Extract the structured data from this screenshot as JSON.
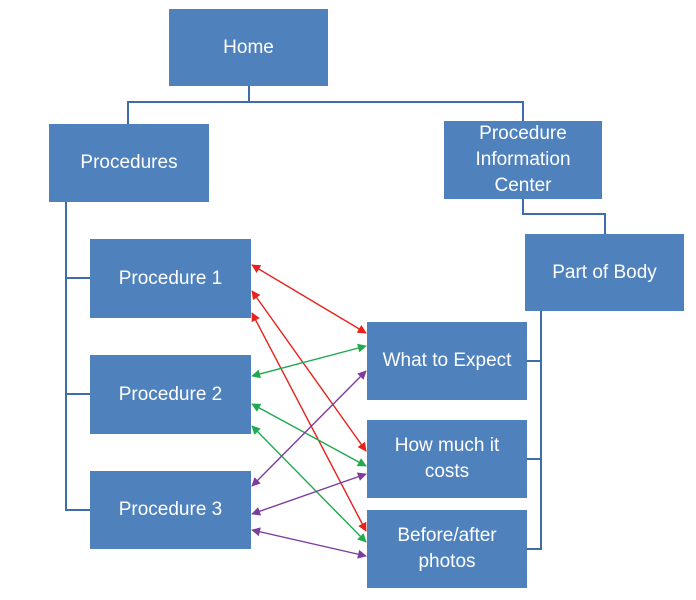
{
  "colors": {
    "box_fill": "#4f81bd",
    "box_text": "#ffffff",
    "tree_line": "#3e6ea8",
    "red": "#e8211b",
    "green": "#1faa4e",
    "purple": "#7d3c9e"
  },
  "nodes": {
    "home": "Home",
    "procedures": "Procedures",
    "procedure_information_center": "Procedure\nInformation\nCenter",
    "part_of_body": "Part of Body",
    "procedure_1": "Procedure 1",
    "procedure_2": "Procedure 2",
    "procedure_3": "Procedure 3",
    "what_to_expect": "What to Expect",
    "how_much_it_costs": "How much it\ncosts",
    "before_after_photos": "Before/after\nphotos"
  },
  "tree_edges": [
    {
      "from": "Home",
      "to": "Procedures"
    },
    {
      "from": "Home",
      "to": "Procedure Information Center"
    },
    {
      "from": "Procedures",
      "to": "Procedure 1"
    },
    {
      "from": "Procedures",
      "to": "Procedure 2"
    },
    {
      "from": "Procedures",
      "to": "Procedure 3"
    },
    {
      "from": "Procedure Information Center",
      "to": "Part of Body"
    },
    {
      "from": "Part of Body",
      "to": "What to Expect"
    },
    {
      "from": "Part of Body",
      "to": "How much it costs"
    },
    {
      "from": "Part of Body",
      "to": "Before/after photos"
    }
  ],
  "cross_links": [
    {
      "from": "Procedure 1",
      "to": "What to Expect",
      "color": "red",
      "bidirectional": true
    },
    {
      "from": "Procedure 1",
      "to": "How much it costs",
      "color": "red",
      "bidirectional": true
    },
    {
      "from": "Procedure 1",
      "to": "Before/after photos",
      "color": "red",
      "bidirectional": true
    },
    {
      "from": "Procedure 2",
      "to": "What to Expect",
      "color": "green",
      "bidirectional": true
    },
    {
      "from": "Procedure 2",
      "to": "How much it costs",
      "color": "green",
      "bidirectional": true
    },
    {
      "from": "Procedure 2",
      "to": "Before/after photos",
      "color": "green",
      "bidirectional": true
    },
    {
      "from": "Procedure 3",
      "to": "What to Expect",
      "color": "purple",
      "bidirectional": true
    },
    {
      "from": "Procedure 3",
      "to": "How much it costs",
      "color": "purple",
      "bidirectional": true
    },
    {
      "from": "Procedure 3",
      "to": "Before/after photos",
      "color": "purple",
      "bidirectional": true
    }
  ]
}
